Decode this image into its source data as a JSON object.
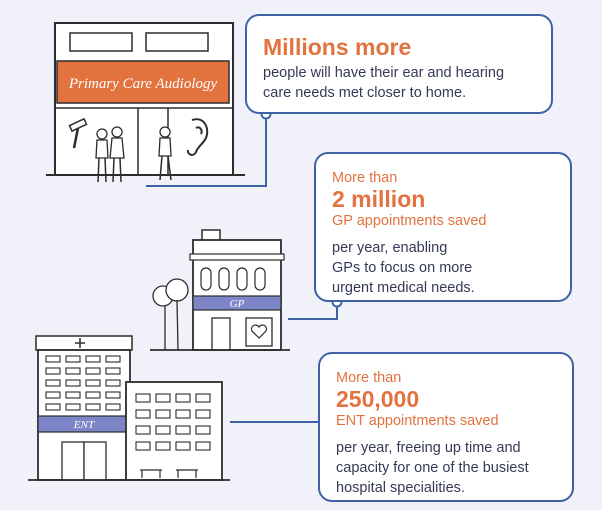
{
  "colors": {
    "accent": "#e2733f",
    "frame": "#3f62a6",
    "background": "#f1f2f9",
    "band": "#7c86c6"
  },
  "clinic_sign": "Primary Care Audiology",
  "gp_sign": "GP",
  "ent_sign": "ENT",
  "card1": {
    "headline": "Millions more",
    "body_line1": "people will have their ear and hearing",
    "body_line2": "care needs met closer to home."
  },
  "card2": {
    "pre": "More than",
    "headline": "2 million",
    "after": "GP appointments saved",
    "body_line1": "per year, enabling",
    "body_line2": "GPs to focus on more",
    "body_line3": "urgent medical needs."
  },
  "card3": {
    "pre": "More than",
    "headline": "250,000",
    "after": "ENT appointments saved",
    "body_line1": "per year, freeing up time and",
    "body_line2": "capacity for one of the busiest",
    "body_line3": "hospital specialities."
  }
}
